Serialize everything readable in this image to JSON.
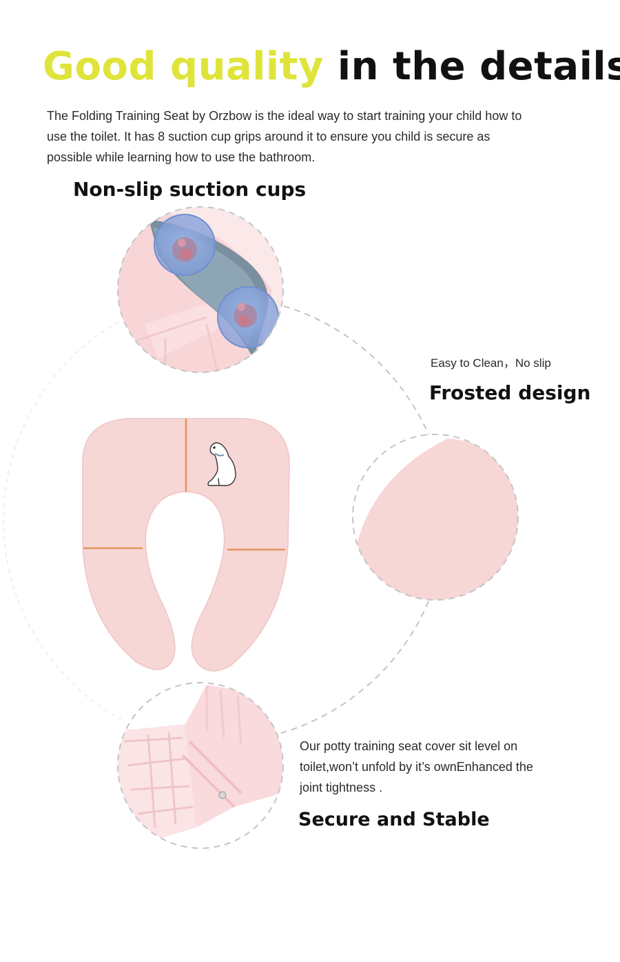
{
  "header": {
    "title_accent": "Good quality",
    "title_rest": "in the details",
    "intro": "The Folding Training Seat by Orzbow is the ideal way to start training your child how to use the toilet. It has 8 suction cup grips around it to ensure you child is secure as possible while learning how to use the bathroom."
  },
  "features": {
    "suction": {
      "title": "Non-slip suction cups"
    },
    "frosted": {
      "subtitle": "Easy to Clean，No slip",
      "title": "Frosted design"
    },
    "secure": {
      "description": "Our potty training seat cover sit level on toilet,won’t unfold by it’s ownEnhanced the joint tightness .",
      "title": "Secure and Stable"
    }
  },
  "colors": {
    "accent": "#dfe43a",
    "seat_pink": "#f7d6d6",
    "hinge_orange": "#e3955c",
    "dashed_line": "#c4c4c4"
  },
  "icons": {
    "bear": "polar-bear-icon",
    "suction_cup": "suction-cup-icon"
  }
}
